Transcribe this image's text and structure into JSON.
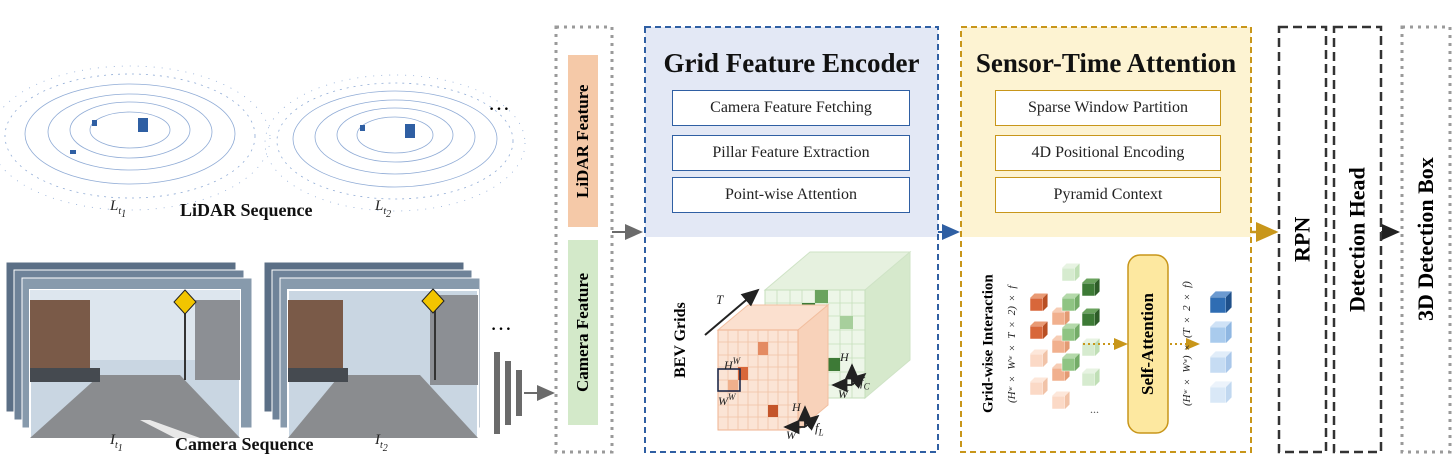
{
  "lidar": {
    "sequence_label": "LiDAR Sequence",
    "frame1_label": "L",
    "frame1_sub": "t",
    "frame1_subsub": "1",
    "frame2_label": "L",
    "frame2_sub": "t",
    "frame2_subsub": "2",
    "ellipsis": "…"
  },
  "camera": {
    "sequence_label": "Camera Sequence",
    "frame1_label": "I",
    "frame1_sub": "t",
    "frame1_subsub": "1",
    "frame2_label": "I",
    "frame2_sub": "t",
    "frame2_subsub": "2",
    "ellipsis": "…"
  },
  "features": {
    "lidar_feature": "LiDAR Feature",
    "camera_feature": "Camera Feature"
  },
  "grid_encoder": {
    "title": "Grid Feature Encoder",
    "items": [
      "Camera Feature Fetching",
      "Pillar Feature Extraction",
      "Point-wise Attention"
    ],
    "bev_label": "BEV Grids",
    "t_label": "T",
    "hw_label": "H",
    "hw_sup": "W",
    "ww_label": "W",
    "ww_sup": "W",
    "h_label": "H",
    "w_label": "W",
    "fl_label": "f",
    "fl_sub": "L",
    "fc_label": "f",
    "fc_sub": "C",
    "h2_label": "H",
    "w2_label": "W"
  },
  "sensor_time": {
    "title": "Sensor-Time Attention",
    "items": [
      "Sparse Window Partition",
      "4D Positional Encoding",
      "Pyramid Context"
    ],
    "grid_interaction": "Grid-wise Interaction",
    "input_dims": "(Hʷ × Wʷ × T × 2) × f",
    "self_attention": "Self-Attention",
    "output_dims": "(Hʷ × Wʷ) × (T × 2 × f)",
    "dots": "..."
  },
  "heads": {
    "rpn": "RPN",
    "detection_head": "Detection Head",
    "detection_box": "3D Detection Box"
  },
  "colors": {
    "blue_border": "#2f5fa3",
    "yellow_border": "#c8961a",
    "blue_fill": "#e3e8f5",
    "yellow_fill": "#fdf3d2",
    "lidar_feature_fill": "#f5c9a8",
    "camera_feature_fill": "#d3e9c9",
    "self_attention_fill": "#fde8a0"
  }
}
